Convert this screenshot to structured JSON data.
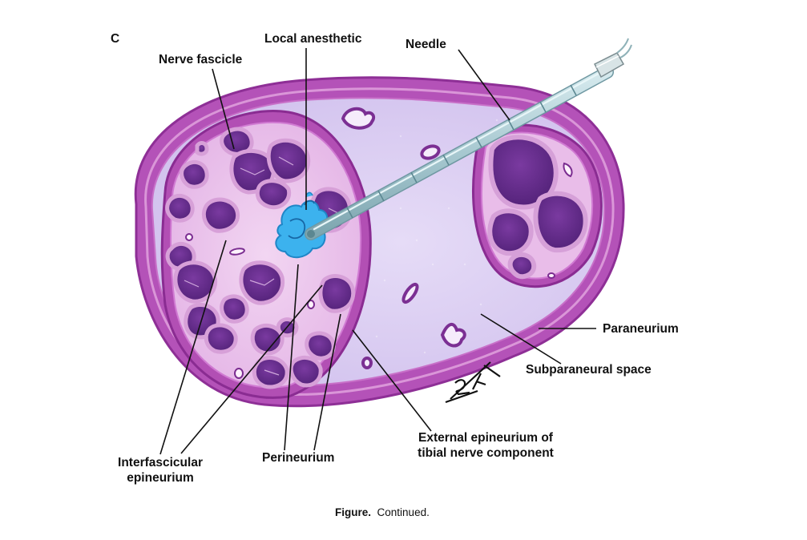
{
  "panel_letter": "C",
  "labels": {
    "local_anesthetic": "Local anesthetic",
    "needle": "Needle",
    "nerve_fascicle": "Nerve fascicle",
    "paraneurium": "Paraneurium",
    "subparaneural_space": "Subparaneural space",
    "external_epineurium_line1": "External epineurium of",
    "external_epineurium_line2": "tibial nerve component",
    "perineurium": "Perineurium",
    "interfascicular_line1": "Interfascicular",
    "interfascicular_line2": "epineurium"
  },
  "caption": {
    "prefix": "Figure.",
    "text": "Continued."
  },
  "colors": {
    "outer_sheath": "#b452b8",
    "sheath_light": "#e0a8de",
    "subparaneural_fill": "#dccdf2",
    "epineurium_fill": "#ecc8ef",
    "fascicle_fill": "#5f2a86",
    "fascicle_rim": "#d8a2d8",
    "anesthetic": "#3cb2ee",
    "needle": "#a9cbd3"
  }
}
